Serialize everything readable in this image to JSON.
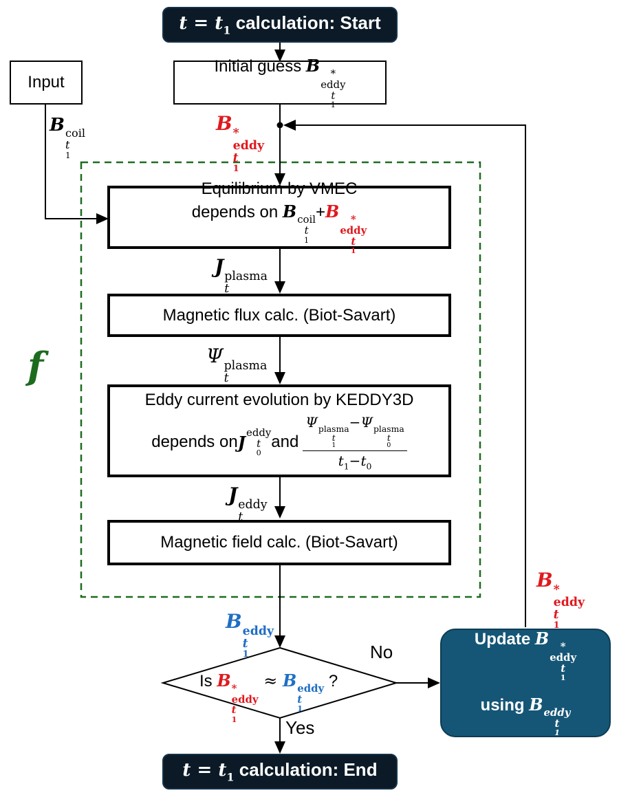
{
  "start": {
    "prefix": "t",
    "eq": " = ",
    "var": "t",
    "sub": "1",
    "text": " calculation: Start"
  },
  "end": {
    "prefix": "t",
    "eq": " = ",
    "var": "t",
    "sub": "1",
    "text": " calculation: End"
  },
  "input": {
    "label": "Input"
  },
  "initial": {
    "text": "Initial guess "
  },
  "vmec": {
    "line1": "Equilibrium by VMEC",
    "line2": "depends on "
  },
  "flux": {
    "text": "Magnetic flux calc. (Biot-Savart)"
  },
  "keddy": {
    "line1": "Eddy current evolution by KEDDY3D",
    "line2": "depends on ",
    "and": " and "
  },
  "field": {
    "text": "Magnetic field calc. (Biot-Savart)"
  },
  "decision": {
    "is": "Is ",
    "approx": " ≈ ",
    "q": " ?"
  },
  "update": {
    "line1": "Update ",
    "line2": "using "
  },
  "edges": {
    "no": "No",
    "yes": "Yes"
  },
  "group_label": "f",
  "symbols": {
    "B": "B",
    "J": "J",
    "Psi": "Ψ",
    "star": "*",
    "t": "t",
    "minus": "−",
    "plus": "+",
    "coil": "coil",
    "eddy": "eddy",
    "eddy_it": "eddy",
    "plasma": "plasma",
    "t1": "t",
    "one": "1",
    "zero": "0"
  },
  "colors": {
    "red": "#e0191e",
    "blue": "#1f6ec4",
    "green": "#1d6b1f",
    "terminal": "#0b1a26",
    "update": "#155676"
  }
}
